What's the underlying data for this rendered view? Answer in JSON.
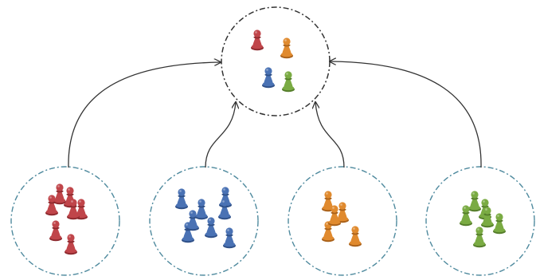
{
  "colors": {
    "red": "#c0454a",
    "blue": "#4a72b4",
    "orange": "#e08a2e",
    "green": "#7aab43",
    "red_shade": "#8e2a2f",
    "blue_shade": "#2f5088",
    "orange_shade": "#a9611a",
    "green_shade": "#557d2b",
    "cluster_circle": "#4f8a9e",
    "top_circle": "#333333",
    "arrow": "#333333"
  },
  "icons": {
    "piece": "pawn-icon",
    "arrow_head": "arrowhead-icon"
  },
  "diagram": {
    "top_node": {
      "name": "aggregate-node",
      "pawn_colors": [
        "red",
        "orange",
        "blue",
        "green"
      ]
    },
    "groups": [
      {
        "name": "red-group",
        "color": "red",
        "pawn_count": 7
      },
      {
        "name": "blue-group",
        "color": "blue",
        "pawn_count": 8
      },
      {
        "name": "orange-group",
        "color": "orange",
        "pawn_count": 5
      },
      {
        "name": "green-group",
        "color": "green",
        "pawn_count": 6
      }
    ]
  }
}
